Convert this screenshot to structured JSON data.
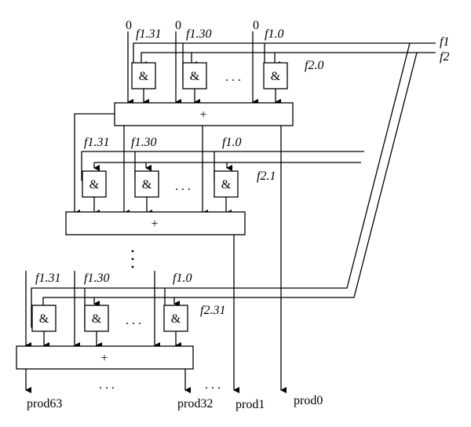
{
  "signals": {
    "f1": "f1",
    "f2": "f2"
  },
  "zero": "0",
  "and_symbol": "&",
  "adder_symbol": "+",
  "ellipsis": ". . .",
  "vdots": "⋮",
  "stage1": {
    "b1": "f1.31",
    "b2": "f1.30",
    "b3": "f1.0",
    "mult": "f2.0"
  },
  "stage2": {
    "b1": "f1.31",
    "b2": "f1.30",
    "b3": "f1.0",
    "mult": "f2.1"
  },
  "stage3": {
    "b1": "f1.31",
    "b2": "f1.30",
    "b3": "f1.0",
    "mult": "f2.31"
  },
  "outputs": {
    "prod63": "prod63",
    "prod32": "prod32",
    "prod1": "prod1",
    "prod0": "prod0"
  }
}
